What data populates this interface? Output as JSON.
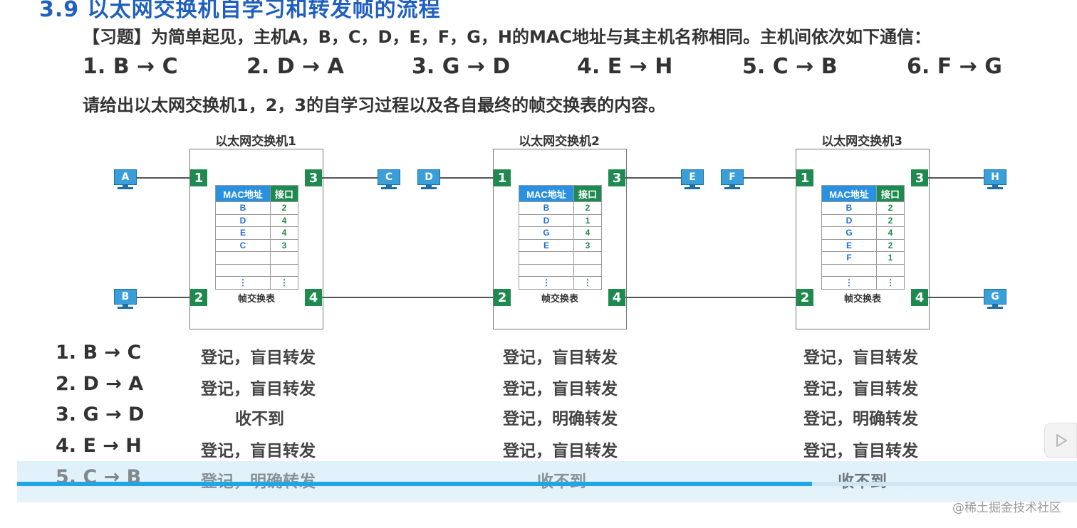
{
  "title": "3.9 以太网交换机自学习和转发帧的流程",
  "problem": "【习题】为简单起见，主机A，B，C，D，E，F，G，H的MAC地址与其主机名称相同。主机间依次如下通信：",
  "sequence": [
    "1. B → C",
    "2. D → A",
    "3. G → D",
    "4. E → H",
    "5. C → B",
    "6. F → G"
  ],
  "question": "请给出以太网交换机1，2，3的自学习过程以及各自最终的帧交换表的内容。",
  "switches": [
    {
      "title": "以太网交换机1",
      "ports": [
        "1",
        "2",
        "3",
        "4"
      ],
      "hosts": {
        "p1": "A",
        "p2": "B",
        "p3": "C"
      },
      "table_header": [
        "MAC地址",
        "接口"
      ],
      "rows": [
        [
          "B",
          "2"
        ],
        [
          "D",
          "4"
        ],
        [
          "E",
          "4"
        ],
        [
          "C",
          "3"
        ],
        [
          "",
          ""
        ],
        [
          "",
          ""
        ],
        [
          "⋮",
          "⋮"
        ]
      ],
      "table_label": "帧交换表"
    },
    {
      "title": "以太网交换机2",
      "ports": [
        "1",
        "2",
        "3",
        "4"
      ],
      "hosts": {
        "p1": "D",
        "p3": "E"
      },
      "table_header": [
        "MAC地址",
        "接口"
      ],
      "rows": [
        [
          "B",
          "2"
        ],
        [
          "D",
          "1"
        ],
        [
          "G",
          "4"
        ],
        [
          "E",
          "3"
        ],
        [
          "",
          ""
        ],
        [
          "",
          ""
        ],
        [
          "⋮",
          "⋮"
        ]
      ],
      "table_label": "帧交换表"
    },
    {
      "title": "以太网交换机3",
      "ports": [
        "1",
        "2",
        "3",
        "4"
      ],
      "hosts": {
        "p1": "F",
        "p3": "H",
        "p4": "G"
      },
      "table_header": [
        "MAC地址",
        "接口"
      ],
      "rows": [
        [
          "B",
          "2"
        ],
        [
          "D",
          "2"
        ],
        [
          "G",
          "4"
        ],
        [
          "E",
          "2"
        ],
        [
          "F",
          "1"
        ],
        [
          "",
          ""
        ],
        [
          "⋮",
          "⋮"
        ]
      ],
      "table_label": "帧交换表"
    }
  ],
  "steps": [
    {
      "label": "1. B → C",
      "actions": [
        "登记，盲目转发",
        "登记，盲目转发",
        "登记，盲目转发"
      ]
    },
    {
      "label": "2. D → A",
      "actions": [
        "登记，盲目转发",
        "登记，盲目转发",
        "登记，盲目转发"
      ]
    },
    {
      "label": "3. G → D",
      "actions": [
        "收不到",
        "登记，明确转发",
        "登记，明确转发"
      ]
    },
    {
      "label": "4. E → H",
      "actions": [
        "登记，盲目转发",
        "登记，盲目转发",
        "登记，盲目转发"
      ]
    },
    {
      "label": "5. C → B",
      "actions": [
        "登记，明确转发",
        "收不到",
        "收不到"
      ]
    }
  ],
  "video": {
    "progress": 0.75
  },
  "watermark": "@稀土掘金技术社区",
  "colors": {
    "port_green": "#1e8a4f",
    "mac_header_blue": "#2a90e0",
    "host_blue": "#3a9ed8",
    "title_blue": "#1f5fbf"
  }
}
